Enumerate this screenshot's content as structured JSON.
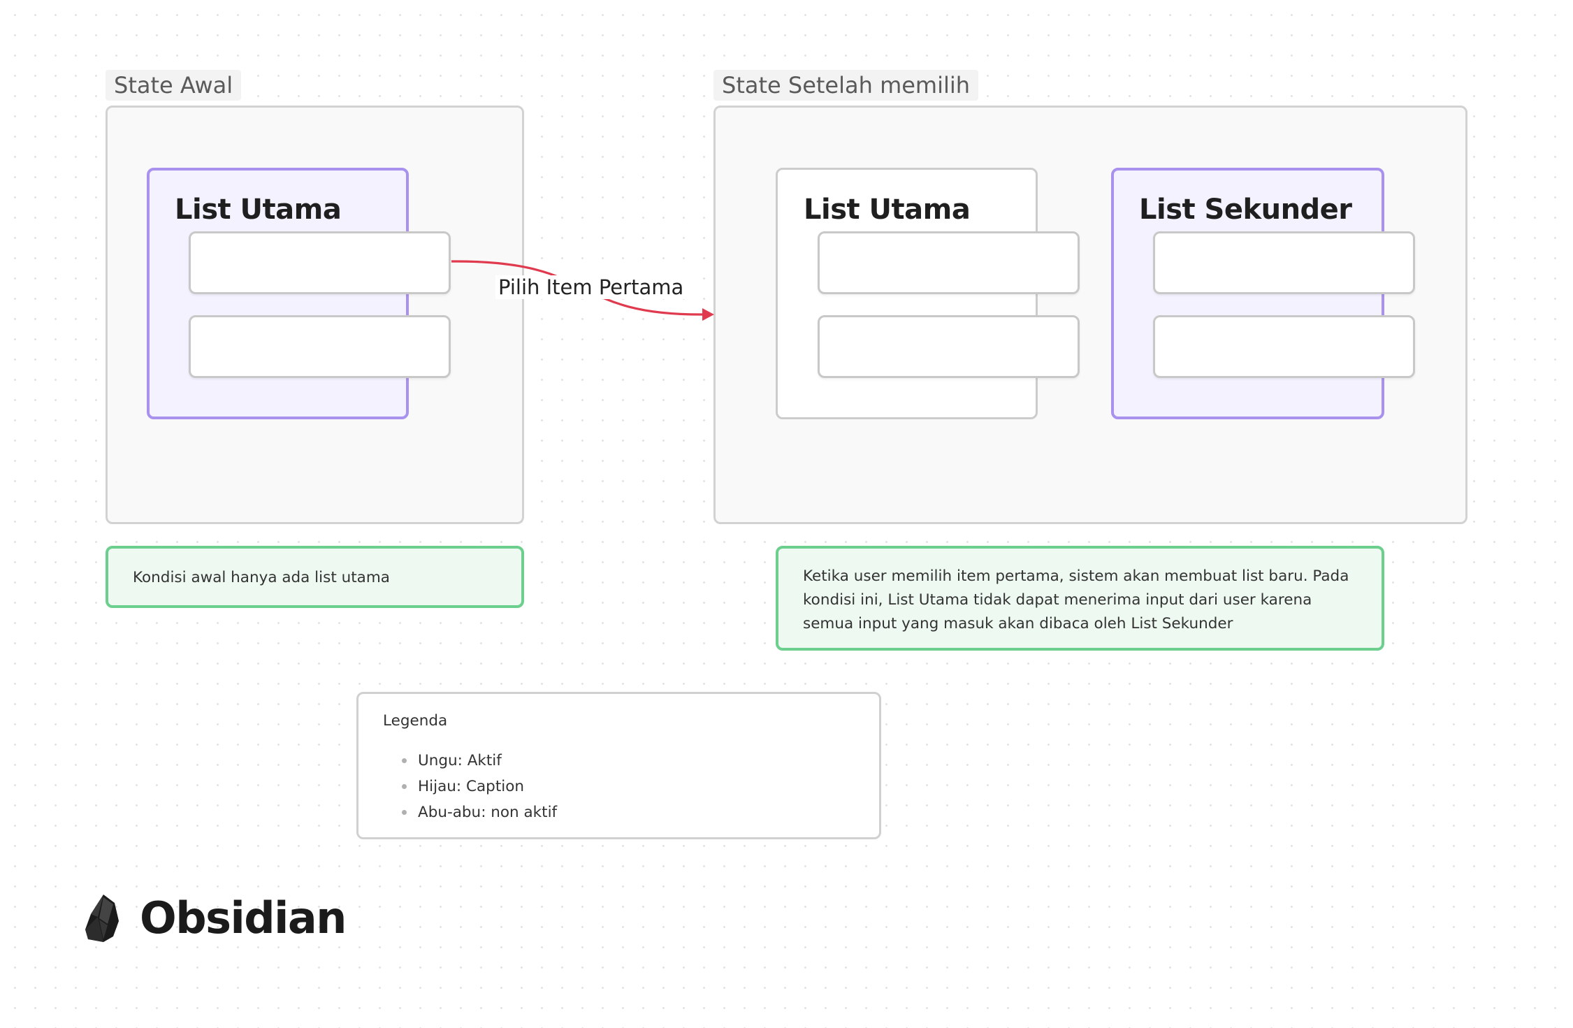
{
  "canvas": {
    "groups": [
      {
        "label": "State Awal",
        "lists": [
          {
            "title": "List Utama",
            "state": "active",
            "items": [
              "",
              ""
            ]
          }
        ]
      },
      {
        "label": "State Setelah memilih",
        "lists": [
          {
            "title": "List Utama",
            "state": "inactive",
            "items": [
              "",
              ""
            ]
          },
          {
            "title": "List Sekunder",
            "state": "active",
            "items": [
              "",
              ""
            ]
          }
        ]
      }
    ],
    "edge": {
      "label": "Pilih Item Pertama",
      "color": "#e03a4e"
    },
    "captions": [
      {
        "text": "Kondisi awal hanya ada list utama"
      },
      {
        "text": "Ketika user memilih item pertama, sistem akan membuat list baru. Pada kondisi ini, List Utama tidak dapat menerima input dari user karena semua input yang masuk akan dibaca oleh List Sekunder"
      }
    ],
    "legend": {
      "title": "Legenda",
      "items": [
        "Ungu: Aktif",
        "Hijau: Caption",
        "Abu-abu: non aktif"
      ]
    }
  },
  "colors": {
    "active_border": "#a892ee",
    "active_fill": "#f4f2ff",
    "caption_border": "#6dcf8e",
    "caption_fill": "#eefaf1",
    "inactive_border": "#cccccc"
  },
  "watermark": {
    "brand": "Obsidian",
    "icon": "obsidian-logo-icon"
  }
}
